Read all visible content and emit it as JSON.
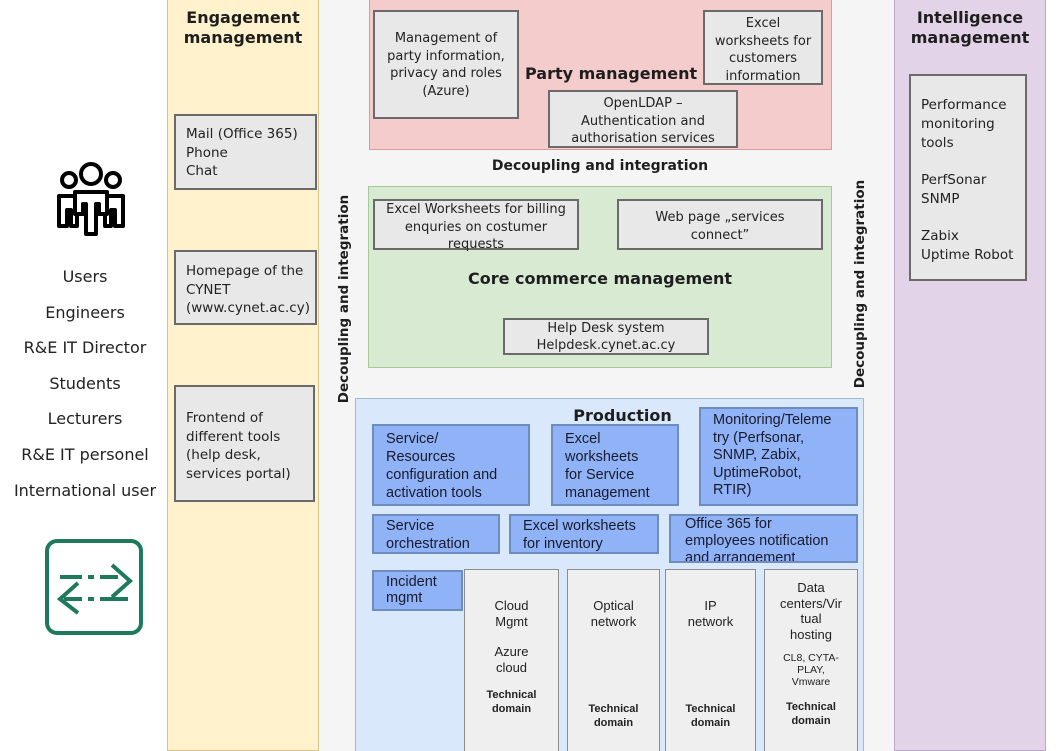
{
  "users": {
    "icon": "users-group-icon",
    "roles": [
      "Users",
      "Engineers",
      "R&E IT Director",
      "Students",
      "Lecturers",
      "R&E IT personel",
      "International user"
    ],
    "exchange_icon": "bidirectional-arrows-icon",
    "exchange_icon_color": "#1e7a5a"
  },
  "engagement": {
    "title_line1": "Engagement",
    "title_line2": "management",
    "color": "#fff2cc",
    "boxes": [
      {
        "lines": [
          "Mail (Office 365)",
          "Phone",
          "Chat"
        ]
      },
      {
        "lines": [
          "Homepage of the",
          "CYNET",
          "(www.cynet.ac.cy)"
        ]
      },
      {
        "lines": [
          "Frontend of",
          "different tools",
          "(help desk,",
          "services portal)"
        ]
      }
    ]
  },
  "party": {
    "title": "Party management",
    "color": "#f4cccc",
    "boxes": [
      {
        "lines": [
          "Management of",
          "party information,",
          "privacy and roles",
          "(Azure)"
        ]
      },
      {
        "lines": [
          "Excel",
          "worksheets for",
          "customers",
          "information"
        ]
      },
      {
        "lines": [
          "OpenLDAP –",
          "Authentication and",
          "authorisation services"
        ]
      }
    ]
  },
  "decoupling": {
    "label": "Decoupling and integration"
  },
  "core": {
    "title": "Core commerce management",
    "color": "#d9ead3",
    "boxes": [
      {
        "lines": [
          "Excel Worksheets for billing",
          "enquries on costumer",
          "requests"
        ]
      },
      {
        "lines": [
          "Web page „services",
          "connect”"
        ]
      },
      {
        "lines": [
          "Help Desk system",
          "Helpdesk.cynet.ac.cy"
        ]
      }
    ]
  },
  "production": {
    "title": "Production",
    "color": "#dae8fc",
    "accent": "#8fb3f6",
    "boxes": [
      {
        "lines": [
          "Service/",
          "Resources",
          "configuration and",
          "activation tools"
        ]
      },
      {
        "lines": [
          "Excel",
          "worksheets",
          "for Service",
          "management"
        ]
      },
      {
        "lines": [
          "Monitoring/Teleme",
          "try (Perfsonar,",
          "SNMP, Zabix,",
          "UptimeRobot,",
          "RTIR)"
        ]
      },
      {
        "lines": [
          "Service",
          "orchestration"
        ]
      },
      {
        "lines": [
          "Excel worksheets",
          "for inventory"
        ]
      },
      {
        "lines": [
          "Office 365 for",
          "employees notification",
          "and arrangement"
        ]
      },
      {
        "lines": [
          "Incident",
          "mgmt"
        ]
      }
    ],
    "domains": [
      {
        "name": [
          "Cloud",
          "Mgmt"
        ],
        "detail": [
          "Azure",
          "cloud"
        ],
        "label": [
          "Technical",
          "domain"
        ]
      },
      {
        "name": [
          "Optical",
          "network"
        ],
        "detail": [],
        "label": [
          "Technical",
          "domain"
        ]
      },
      {
        "name": [
          "IP",
          "network"
        ],
        "detail": [],
        "label": [
          "Technical",
          "domain"
        ]
      },
      {
        "name": [
          "Data",
          "centers/Vir",
          "tual",
          "hosting"
        ],
        "detail": [
          "CL8, CYTA-",
          "PLAY,",
          "Vmware"
        ],
        "label": [
          "Technical",
          "domain"
        ]
      }
    ]
  },
  "intelligence": {
    "title_line1": "Intelligence",
    "title_line2": "management",
    "color": "#e3d3e8",
    "box": {
      "group1": [
        "Performance",
        "monitoring",
        "tools"
      ],
      "group2": [
        "PerfSonar",
        "SNMP"
      ],
      "group3": [
        "Zabix",
        "Uptime Robot"
      ]
    }
  }
}
